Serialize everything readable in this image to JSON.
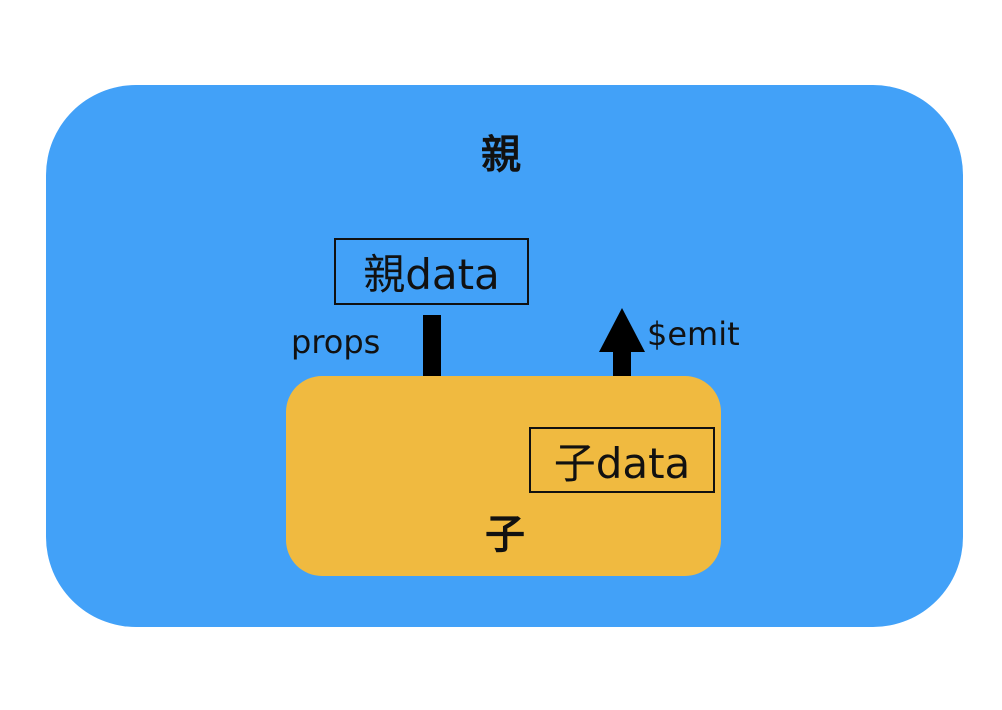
{
  "parent": {
    "label": "親",
    "color": "#42a1f8"
  },
  "child": {
    "label": "子",
    "color": "#f0ba40"
  },
  "parent_data": {
    "label": "親data"
  },
  "child_data": {
    "label": "子data"
  },
  "props": {
    "label": "props",
    "direction": "down"
  },
  "emit": {
    "label": "$emit",
    "direction": "up"
  },
  "arrow_color": "#000000"
}
